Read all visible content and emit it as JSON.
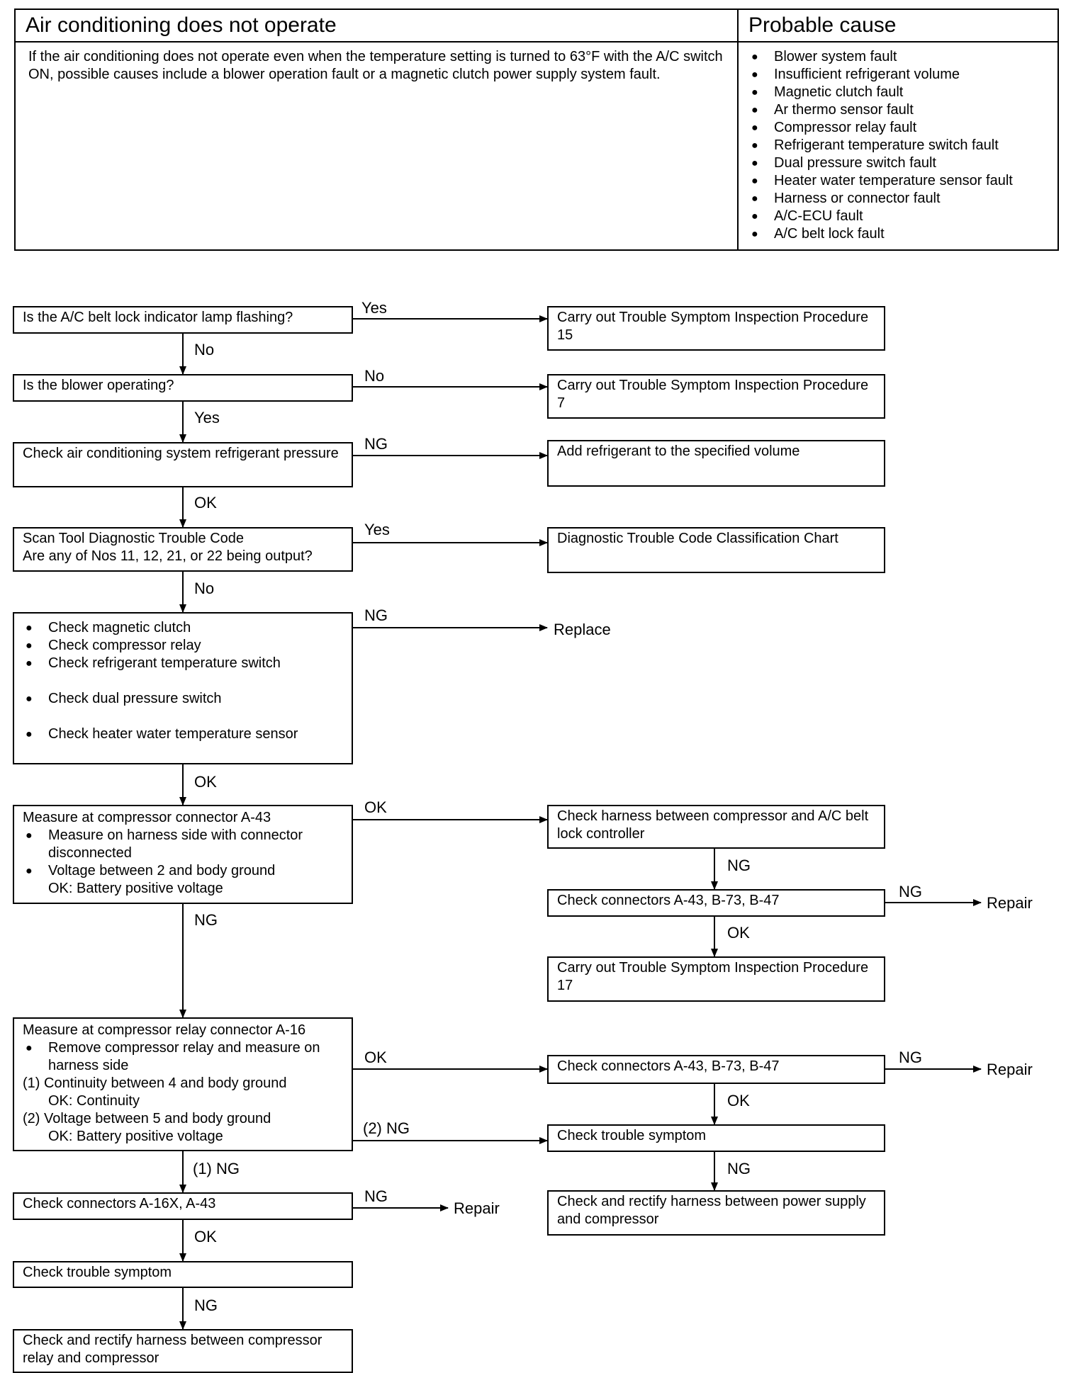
{
  "header": {
    "title": "Air conditioning does not operate",
    "description": "If the air conditioning does not operate even when the temperature setting is turned to 63°F with the A/C switch ON, possible causes include a blower operation fault or a magnetic clutch power supply system fault.",
    "causes_title": "Probable cause",
    "causes": [
      "Blower system fault",
      "Insufficient refrigerant volume",
      "Magnetic clutch fault",
      "Ar thermo sensor fault",
      "Compressor relay fault",
      "Refrigerant temperature switch fault",
      "Dual pressure switch fault",
      "Heater water temperature sensor fault",
      "Harness or connector fault",
      "A/C-ECU fault",
      "A/C belt lock fault"
    ]
  },
  "flow": {
    "q_belt_lamp": "Is the A/C belt lock indicator lamp flashing?",
    "q_blower": "Is the blower operating?",
    "q_pressure": "Check air conditioning system refrigerant pressure",
    "q_scan_1": "Scan Tool Diagnostic Trouble Code",
    "q_scan_2": "Are any of Nos 11, 12, 21, or 22 being output?",
    "checks": [
      "Check magnetic clutch",
      "Check compressor relay",
      "Check refrigerant temperature switch",
      "Check dual pressure switch",
      "Check heater water temperature sensor"
    ],
    "measure_a43": {
      "title": "Measure at compressor connector A-43",
      "bullet1": "Measure on harness side with connector disconnected",
      "bullet2": "Voltage between 2 and body ground",
      "ok_line": "OK: Battery positive voltage"
    },
    "measure_a16": {
      "title": "Measure at compressor relay connector A-16",
      "bullet1": "Remove compressor relay and measure on harness side",
      "item1": "(1) Continuity between 4 and body ground",
      "item1_ok": "OK: Continuity",
      "item2": "(2) Voltage between 5 and body ground",
      "item2_ok": "OK: Battery positive voltage"
    },
    "check_conn_16x": "Check connectors A-16X, A-43",
    "check_trouble_left": "Check trouble symptom",
    "rectify_relay": "Check and rectify harness between compressor relay and compressor",
    "proc_15": "Carry out Trouble Symptom Inspection Procedure 15",
    "proc_7": "Carry out Trouble Symptom Inspection Procedure 7",
    "add_refrigerant": "Add refrigerant to the specified volume",
    "dtc_chart": "Diagnostic Trouble Code Classification Chart",
    "replace": "Replace",
    "check_harness_belt": "Check harness between compressor and A/C belt lock controller",
    "check_conn_1": "Check connectors A-43, B-73, B-47",
    "proc_17": "Carry out Trouble Symptom Inspection Procedure 17",
    "check_conn_2": "Check connectors A-43, B-73, B-47",
    "check_trouble_right": "Check trouble symptom",
    "rectify_power": "Check and rectify harness between power supply and compressor",
    "repair": "Repair"
  },
  "labels": {
    "yes": "Yes",
    "no": "No",
    "ok": "OK",
    "ng": "NG",
    "ng2": "(2) NG",
    "ng1": "(1) NG"
  }
}
